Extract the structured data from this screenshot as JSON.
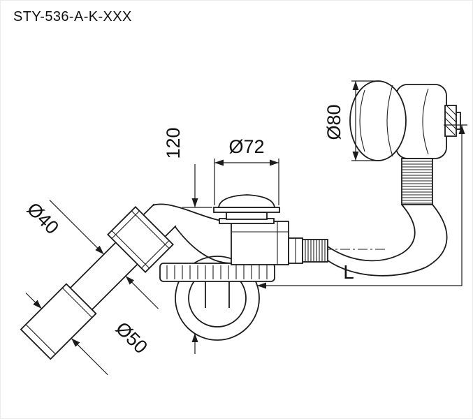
{
  "colors": {
    "background": "#ffffff",
    "line": "#1c1c1c",
    "text": "#111111"
  },
  "title": "STY-536-A-K-XXX",
  "dimensions": {
    "plug_diameter": "Ø72",
    "plug_height": "120",
    "overflow_diameter": "Ø80",
    "pipe_diameter": "Ø40",
    "socket_diameter": "Ø50",
    "length": "L"
  }
}
